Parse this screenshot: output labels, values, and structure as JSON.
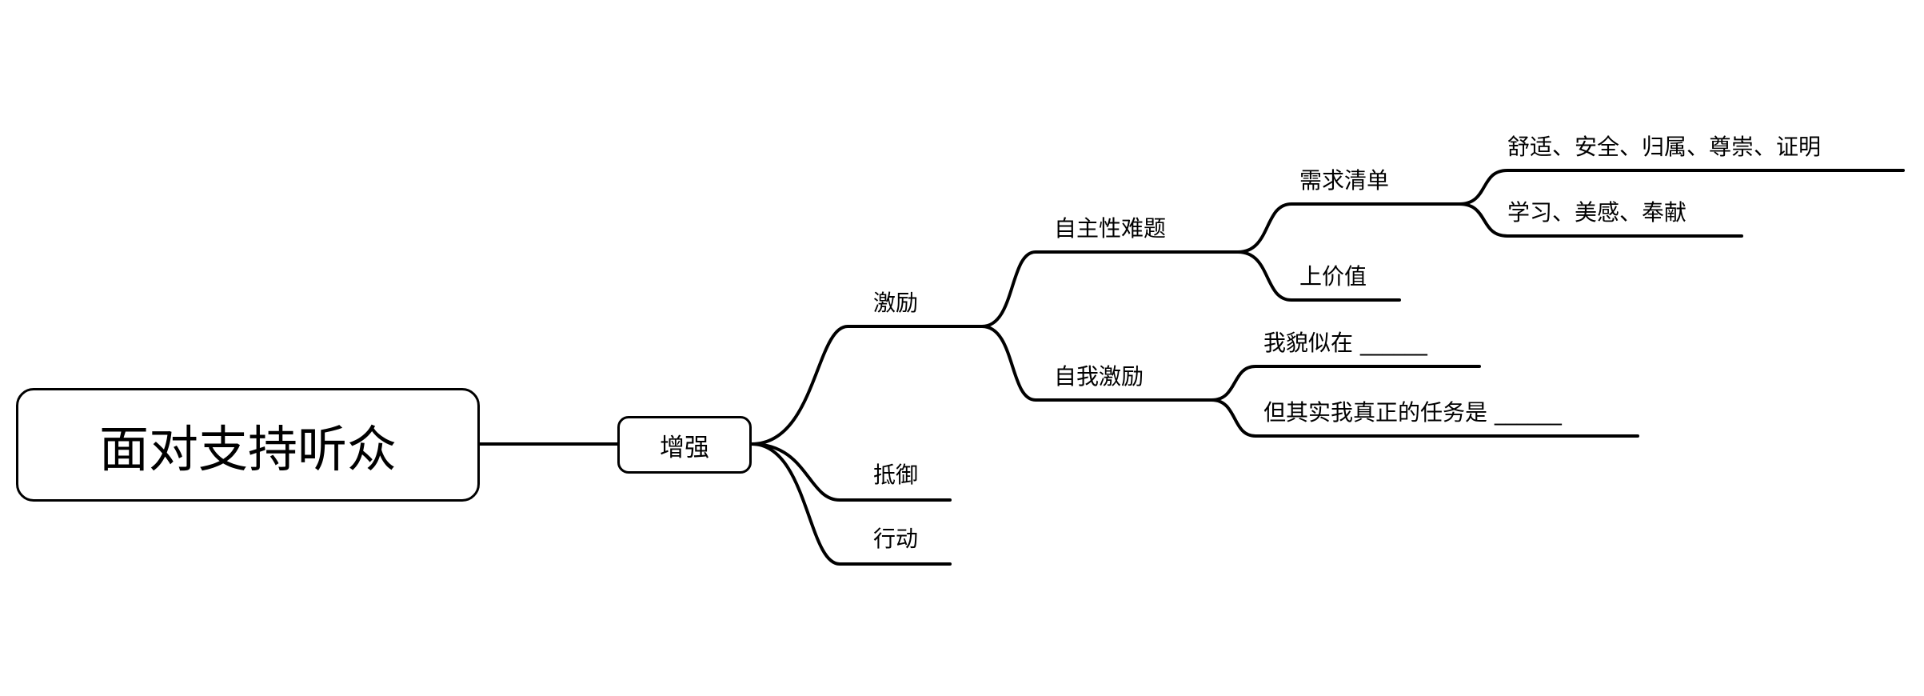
{
  "colors": {
    "line": "#000000",
    "background": "#ffffff"
  },
  "root": {
    "label": "面对支持听众"
  },
  "main": {
    "label": "增强"
  },
  "branches": {
    "motivation": {
      "label": "激励",
      "autonomy": {
        "label": "自主性难题",
        "needs": {
          "label": "需求清单",
          "list1": "舒适、安全、归属、尊崇、证明",
          "list2": "学习、美感、奉献"
        },
        "value": "上价值"
      },
      "self": {
        "label": "自我激励",
        "line1": "我貌似在 ______",
        "line2": "但其实我真正的任务是 ______"
      }
    },
    "resist": {
      "label": "抵御"
    },
    "action": {
      "label": "行动"
    }
  }
}
